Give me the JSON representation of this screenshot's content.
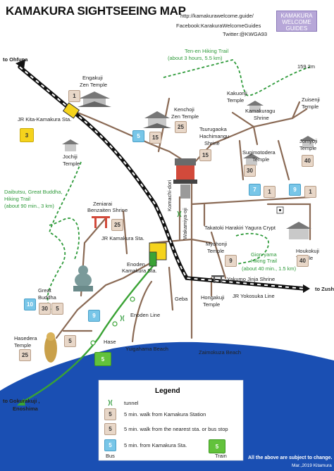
{
  "title": "KAMAKURA SIGHTSEEING MAP",
  "header": {
    "url": "http://kamakurawelcome.guide/",
    "facebook": "Facebook:KarakuraWelcomeGuides",
    "twitter": "Twitter:@KWGA93",
    "logo_line1": "KAMAKURA",
    "logo_line2": "WELCOME",
    "logo_line3": "GUIDES"
  },
  "directions": {
    "ohfuna": "to Ohfuna",
    "zushi": "to Zushi",
    "gokurakuji_1": "to Gokurakuji ,",
    "gokurakuji_2": "Enoshima"
  },
  "stations": {
    "kita": "JR Kita-Kamakura Sta.",
    "kamakura": "JR Kamakura Sta.",
    "enoden_1": "Enoden",
    "enoden_2": "Kamakura Sta.",
    "hase": "Hase",
    "geba": "Geba"
  },
  "lines": {
    "yokosuka": "JR Yokosuka Line",
    "enoden": "Enoden Line"
  },
  "roads": {
    "komachi": "Komachi-dori",
    "wakamiya": "Wakamiya-oji"
  },
  "beaches": {
    "yuigahama": "Yuigahama Beach",
    "zaimokuza": "Zaimokuza Beach"
  },
  "trails": {
    "tenen_1": "Ten-en Hiking Trail",
    "tenen_2": "(about 3 hours, 5.5 km)",
    "elevation": "159.2m",
    "daibutsu_1": "Daibutsu, Great Buddha,",
    "daibutsu_2": "Hiking Trail",
    "daibutsu_3": "(about 90 min., 3 km)",
    "gionyama_1": "Gion-yama",
    "gionyama_2": "Hiking Trail",
    "gionyama_3": "(about 40 min., 1.5 km)"
  },
  "places": {
    "engakuji_1": "Engakuji",
    "engakuji_2": "Zen Temple",
    "jochiji_1": "Jochiji",
    "jochiji_2": "Temple",
    "kenchoji_1": "Kenchoji",
    "kenchoji_2": "Zen Temple",
    "tsurugaoka_1": "Tsurugaoka",
    "tsurugaoka_2": "Hachimangu",
    "tsurugaoka_3": "Shrine",
    "kakuonji_1": "Kakuonji",
    "kakuonji_2": "Temple",
    "kamakuragu_1": "Kamakuragu",
    "kamakuragu_2": "Shrine",
    "zuisenji_1": "Zuisenji",
    "zuisenji_2": "Temple",
    "sugimotodera_1": "Sugimotodera",
    "sugimotodera_2": "Temple",
    "jomyoji_1": "Jomyoji",
    "jomyoji_2": "Temple",
    "zeniarai_1": "Zeniarai",
    "zeniarai_2": "Benzaiten Shrine",
    "takatoki": "Takatoki Harakiri Yagura Crypt",
    "hokokuji_1": "Houkokuji",
    "hokokuji_2": "Temple",
    "myohonji_1": "Myohonji",
    "myohonji_2": "Temple",
    "yakumo": "Yakumo Jinja Shrine",
    "hongakuji_1": "Hongakuji",
    "hongakuji_2": "Temple",
    "buddha_1": "Great",
    "buddha_2": "Buddha",
    "hasedera_1": "Hasedera",
    "hasedera_2": "Temple"
  },
  "badges": {
    "kita_yellow": "3",
    "engakuji_walk": "1",
    "kenchoji_bus": "5",
    "kenchoji_15": "15",
    "kenchoji_25": "25",
    "tsurugaoka_15": "15",
    "sugimotodera_30": "30",
    "sugimotodera_bus": "7",
    "sugimotodera_1": "1",
    "jomyoji_40": "40",
    "jomyoji_bus": "9",
    "jomyoji_1": "1",
    "zeniarai_25": "25",
    "myohonji_9": "9",
    "hokokuji_40": "40",
    "buddha_bus": "10",
    "buddha_30": "30",
    "buddha_5": "5",
    "hase_bus": "9",
    "hase_train": "5",
    "hasedera_25": "25",
    "hasedera_5": "5"
  },
  "legend": {
    "title": "Legend",
    "tunnel": "tunnel",
    "walk_station_icon": "5",
    "walk_station": "5 min. walk from Kamakura Station",
    "walk_nearest_icon": "5",
    "walk_nearest": "5 min. walk from the nearest sta. or bus stop",
    "bus_icon": "5",
    "bus_from": "5 min. from Kamakura Sta.",
    "bus": "Bus",
    "train_icon": "5",
    "train": "Train"
  },
  "footer": {
    "note": "All the above are subject to change.",
    "credit": "Mar.,2019 Kitamura"
  },
  "colors": {
    "sea": "#1a4fb3",
    "road": "#8a6a55",
    "trail": "#2e9a3a",
    "station_yellow": "#f5d31c",
    "enoden_green": "#3aa335"
  }
}
